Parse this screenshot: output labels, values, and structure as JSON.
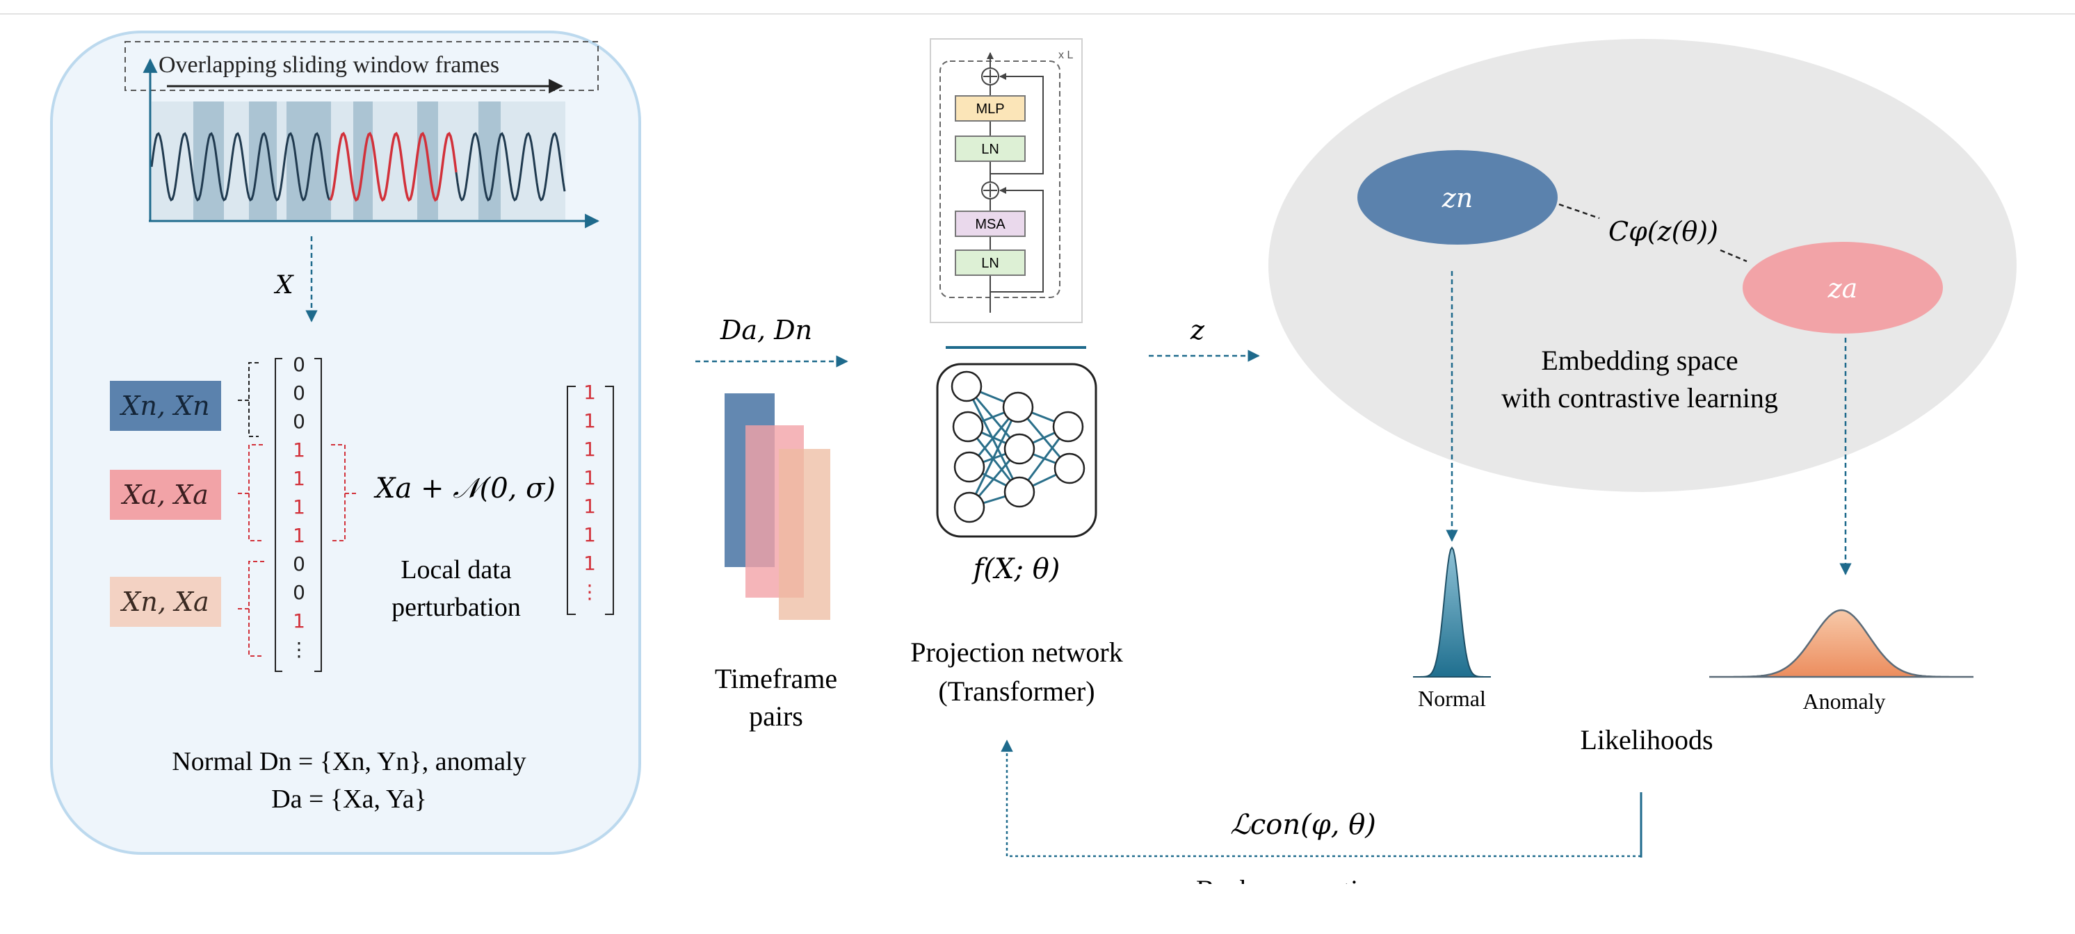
{
  "left_panel": {
    "frames_title": "Overlapping sliding window frames",
    "x_label": "X",
    "pair_normal": "Xn, Xn",
    "pair_anomaly": "Xa, Xa",
    "pair_mixed": "Xn, Xa",
    "labels_vector": [
      "0",
      "0",
      "0",
      "1",
      "1",
      "1",
      "1",
      "0",
      "0",
      "1",
      "⋮"
    ],
    "perturbation_formula": "Xa + 𝒩(0, σ)",
    "perturbed_vector": [
      "1",
      "1",
      "1",
      "1",
      "1",
      "1",
      "1",
      "⋮"
    ],
    "perturbation_caption_1": "Local data",
    "perturbation_caption_2": "perturbation",
    "footer_line_1": "Normal Dn = {Xn, Yn}, anomaly",
    "footer_line_2": "Da = {Xa, Ya}"
  },
  "middle": {
    "pairs_arrow_label": "Da, Dn",
    "pairs_caption_1": "Timeframe",
    "pairs_caption_2": "pairs",
    "transformer_repeat": "x L",
    "transformer_blocks": [
      "MLP",
      "LN",
      "MSA",
      "LN"
    ],
    "network_formula": "f(X; θ)",
    "network_caption_1": "Projection network",
    "network_caption_2": "(Transformer)",
    "z_label": "z"
  },
  "right": {
    "zn_label": "zn",
    "za_label": "za",
    "contrast_label": "Cφ(z(θ))",
    "space_caption_1": "Embedding space",
    "space_caption_2": "with contrastive learning",
    "normal_label": "Normal",
    "anomaly_label": "Anomaly",
    "likelihoods_label": "Likelihoods",
    "loss_label": "ℒcon(φ, θ)",
    "backprop_label": "Backpropagation"
  },
  "colors": {
    "normal_blue": "#5b82ad",
    "anomaly_pink": "#f2a3a7",
    "mixed_peach": "#f3d2c3",
    "arrow_blue": "#1e6a8c",
    "panel_fill": "#eef5fb",
    "panel_border": "#bcd9ee",
    "embedding_gray": "#e8e8e8",
    "red_signal": "#d2313a"
  }
}
